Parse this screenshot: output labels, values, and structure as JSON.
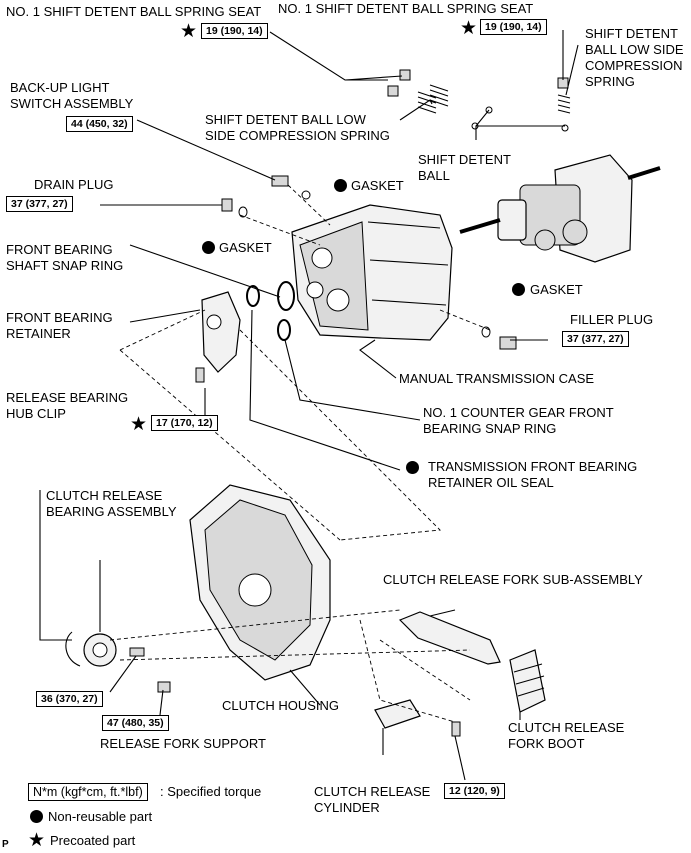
{
  "labels": {
    "seat_left": "NO. 1 SHIFT DETENT BALL SPRING SEAT",
    "seat_right": "NO. 1 SHIFT DETENT BALL SPRING SEAT",
    "spring_right_l1": "SHIFT DETENT",
    "spring_right_l2": "BALL LOW SIDE",
    "spring_right_l3": "COMPRESSION",
    "spring_right_l4": "SPRING",
    "backup_l1": "BACK-UP LIGHT",
    "backup_l2": "SWITCH ASSEMBLY",
    "spring_mid_l1": "SHIFT DETENT BALL LOW",
    "spring_mid_l2": "SIDE COMPRESSION SPRING",
    "detent_ball_l1": "SHIFT DETENT",
    "detent_ball_l2": "BALL",
    "drain_plug": "DRAIN PLUG",
    "gasket_top": "GASKET",
    "gasket_left": "GASKET",
    "gasket_right": "GASKET",
    "snap_l1": "FRONT BEARING",
    "snap_l2": "SHAFT SNAP RING",
    "retainer_l1": "FRONT BEARING",
    "retainer_l2": "RETAINER",
    "filler_plug": "FILLER PLUG",
    "case": "MANUAL TRANSMISSION CASE",
    "hub_clip_l1": "RELEASE BEARING",
    "hub_clip_l2": "HUB CLIP",
    "counter_l1": "NO. 1 COUNTER GEAR FRONT",
    "counter_l2": "BEARING SNAP RING",
    "oil_seal_l1": "TRANSMISSION FRONT BEARING",
    "oil_seal_l2": "RETAINER OIL SEAL",
    "rel_bearing_l1": "CLUTCH RELEASE",
    "rel_bearing_l2": "BEARING ASSEMBLY",
    "fork_sub": "CLUTCH RELEASE FORK SUB-ASSEMBLY",
    "housing": "CLUTCH HOUSING",
    "fork_boot_l1": "CLUTCH RELEASE",
    "fork_boot_l2": "FORK BOOT",
    "fork_support": "RELEASE FORK SUPPORT",
    "cylinder_l1": "CLUTCH RELEASE",
    "cylinder_l2": "CYLINDER"
  },
  "torques": {
    "seat_left": "19 (190, 14)",
    "seat_right": "19 (190, 14)",
    "backup": "44 (450, 32)",
    "drain": "37 (377, 27)",
    "filler": "37 (377, 27)",
    "retainer_bolt": "17 (170, 12)",
    "bearing_bolt": "36 (370, 27)",
    "support": "47 (480, 35)",
    "cylinder_bolt": "12 (120, 9)"
  },
  "legend": {
    "torque_box": "N*m (kgf*cm, ft.*lbf)",
    "torque_text": ": Specified torque",
    "nonreusable": "Non-reusable part",
    "precoated": "Precoated part"
  },
  "page_code": "P",
  "symbols": {
    "star": "★",
    "dot": "black-circle-icon"
  }
}
